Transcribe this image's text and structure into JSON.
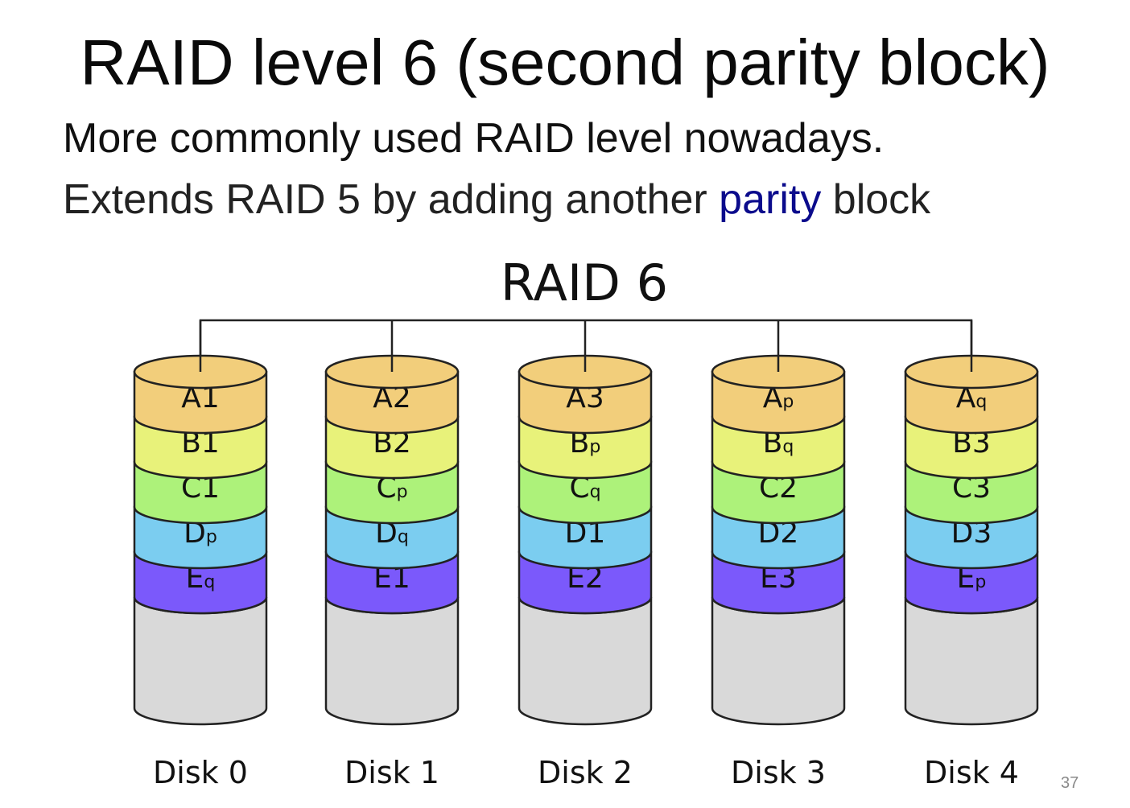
{
  "slide": {
    "title": "RAID level 6 (second parity block)",
    "bullet_1": "More commonly used RAID level nowadays.",
    "bullet_2_before": "Extends RAID 5 by adding another ",
    "bullet_2_highlight": "parity",
    "bullet_2_after": " block",
    "page_number": "37"
  },
  "diagram": {
    "title": "RAID 6",
    "colors": {
      "A": "#f2ce7b",
      "B": "#e8f27a",
      "C": "#adf27a",
      "D": "#7bcdf0",
      "E": "#7b59fb",
      "empty": "#d9d9d9",
      "outline": "#222222",
      "parity_highlight": "#0b0b8c"
    },
    "disks": [
      {
        "label": "Disk 0",
        "blocks": [
          {
            "letter": "A",
            "sub": "1"
          },
          {
            "letter": "B",
            "sub": "1"
          },
          {
            "letter": "C",
            "sub": "1"
          },
          {
            "letter": "D",
            "sub": "p"
          },
          {
            "letter": "E",
            "sub": "q"
          }
        ]
      },
      {
        "label": "Disk 1",
        "blocks": [
          {
            "letter": "A",
            "sub": "2"
          },
          {
            "letter": "B",
            "sub": "2"
          },
          {
            "letter": "C",
            "sub": "p"
          },
          {
            "letter": "D",
            "sub": "q"
          },
          {
            "letter": "E",
            "sub": "1"
          }
        ]
      },
      {
        "label": "Disk 2",
        "blocks": [
          {
            "letter": "A",
            "sub": "3"
          },
          {
            "letter": "B",
            "sub": "p"
          },
          {
            "letter": "C",
            "sub": "q"
          },
          {
            "letter": "D",
            "sub": "1"
          },
          {
            "letter": "E",
            "sub": "2"
          }
        ]
      },
      {
        "label": "Disk 3",
        "blocks": [
          {
            "letter": "A",
            "sub": "p"
          },
          {
            "letter": "B",
            "sub": "q"
          },
          {
            "letter": "C",
            "sub": "2"
          },
          {
            "letter": "D",
            "sub": "2"
          },
          {
            "letter": "E",
            "sub": "3"
          }
        ]
      },
      {
        "label": "Disk 4",
        "blocks": [
          {
            "letter": "A",
            "sub": "q"
          },
          {
            "letter": "B",
            "sub": "3"
          },
          {
            "letter": "C",
            "sub": "3"
          },
          {
            "letter": "D",
            "sub": "3"
          },
          {
            "letter": "E",
            "sub": "p"
          }
        ]
      }
    ]
  }
}
